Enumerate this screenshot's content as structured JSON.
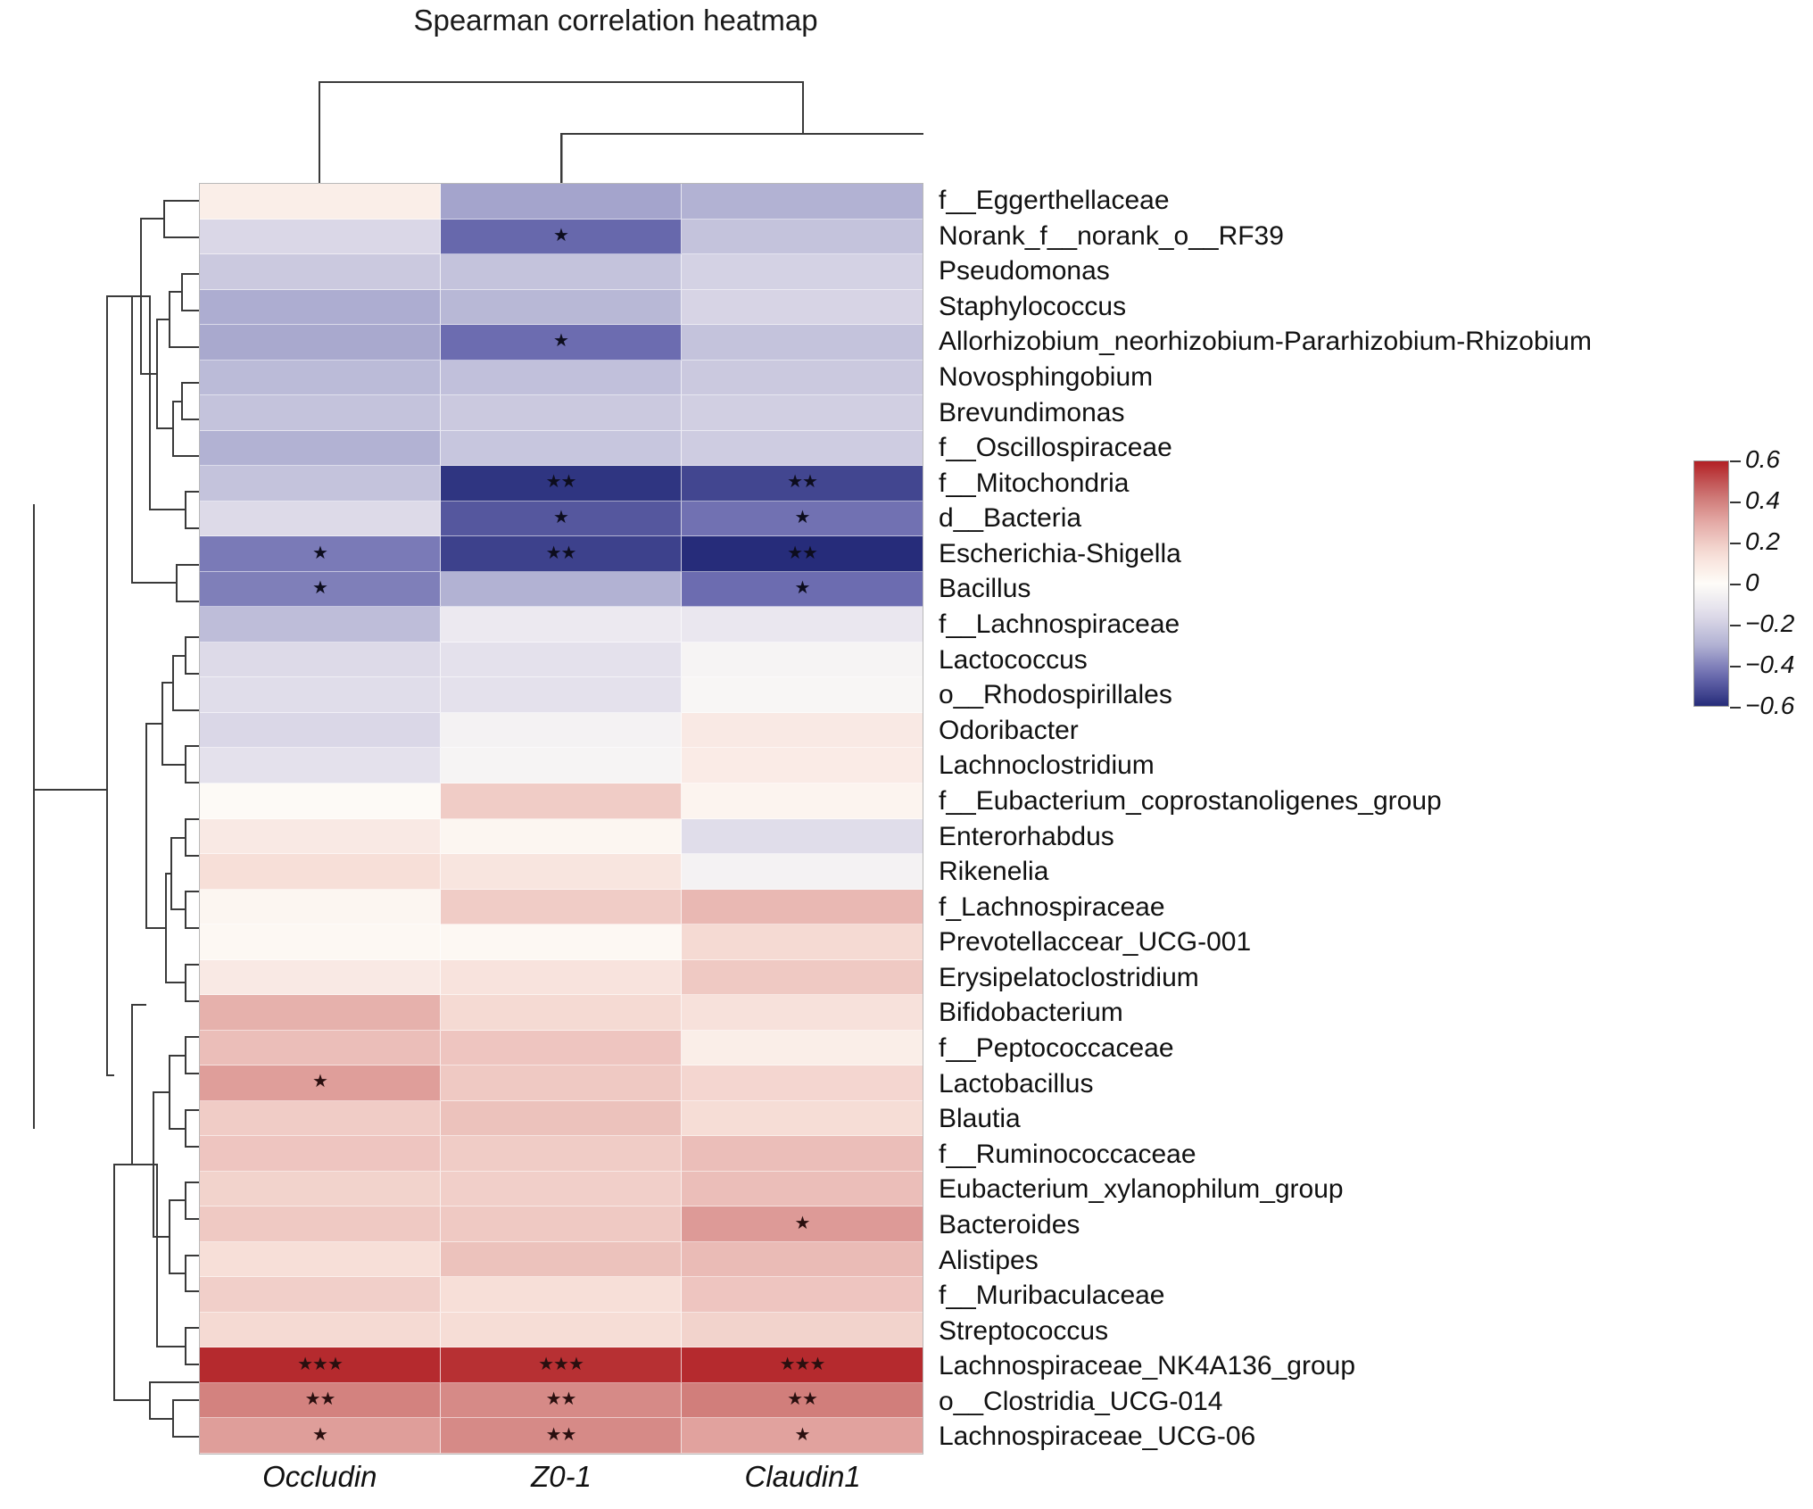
{
  "title": "Spearman correlation heatmap",
  "columns": [
    "Occludin",
    "Z0-1",
    "Claudin1"
  ],
  "colorbar": {
    "ticks": [
      "0.6",
      "0.4",
      "0.2",
      "0",
      "−0.2",
      "−0.4",
      "−0.6"
    ],
    "max": 0.6,
    "min": -0.6,
    "low_color": "#2b3a7a",
    "mid_color": "#fefcf8",
    "high_color": "#b52025"
  },
  "chart_data": {
    "type": "heatmap",
    "title": "Spearman correlation heatmap",
    "xlabel": "",
    "ylabel": "",
    "colorbar_label": "",
    "legend_position": "right",
    "grid": false,
    "zlim": [
      -0.6,
      0.6
    ],
    "x_categories": [
      "Occludin",
      "Z0-1",
      "Claudin1"
    ],
    "y_categories": [
      "f__Eggerthellaceae",
      "Norank_f__norank_o__RF39",
      "Pseudomonas",
      "Staphylococcus",
      "Allorhizobium_neorhizobium-Pararhizobium-Rhizobium",
      "Novosphingobium",
      "Brevundimonas",
      "f__Oscillospiraceae",
      "f__Mitochondria",
      "d__Bacteria",
      "Escherichia-Shigella",
      "Bacillus",
      "f__Lachnospiraceae",
      "Lactococcus",
      "o__Rhodospirillales",
      "Odoribacter",
      "Lachnoclostridium",
      "f__Eubacterium_coprostanoligenes_group",
      "Enterorhabdus",
      "Rikenelia",
      "f_Lachnospiraceae",
      "Prevotellaccear_UCG-001",
      "Erysipelatoclostridium",
      "Bifidobacterium",
      "f__Peptococcaceae",
      "Lactobacillus",
      "Blautia",
      "f__Ruminococcaceae",
      "Eubacterium_xylanophilum_group",
      "Bacteroides",
      "Alistipes",
      "f__Muribaculaceae",
      "Streptococcus",
      "Lachnospiraceae_NK4A136_group",
      "o__Clostridia_UCG-014",
      "Lachnospiraceae_UCG-06"
    ],
    "values": [
      [
        0.07,
        -0.33,
        -0.3
      ],
      [
        -0.17,
        -0.46,
        -0.24
      ],
      [
        -0.22,
        -0.24,
        -0.19
      ],
      [
        -0.31,
        -0.28,
        -0.18
      ],
      [
        -0.32,
        -0.45,
        -0.24
      ],
      [
        -0.27,
        -0.25,
        -0.22
      ],
      [
        -0.24,
        -0.22,
        -0.2
      ],
      [
        -0.3,
        -0.23,
        -0.21
      ],
      [
        -0.24,
        -0.58,
        -0.54
      ],
      [
        -0.16,
        -0.5,
        -0.44
      ],
      [
        -0.42,
        -0.55,
        -0.6
      ],
      [
        -0.41,
        -0.3,
        -0.45
      ],
      [
        -0.26,
        -0.09,
        -0.1
      ],
      [
        -0.16,
        -0.13,
        -0.04
      ],
      [
        -0.15,
        -0.13,
        -0.03
      ],
      [
        -0.17,
        -0.05,
        0.09
      ],
      [
        -0.13,
        -0.04,
        0.08
      ],
      [
        0.01,
        0.2,
        0.04
      ],
      [
        0.09,
        0.03,
        -0.15
      ],
      [
        0.14,
        0.11,
        -0.05
      ],
      [
        0.03,
        0.2,
        0.26
      ],
      [
        0.02,
        0.02,
        0.16
      ],
      [
        0.09,
        0.12,
        0.21
      ],
      [
        0.28,
        0.16,
        0.13
      ],
      [
        0.24,
        0.22,
        0.07
      ],
      [
        0.33,
        0.21,
        0.17
      ],
      [
        0.2,
        0.23,
        0.15
      ],
      [
        0.22,
        0.2,
        0.24
      ],
      [
        0.18,
        0.19,
        0.24
      ],
      [
        0.21,
        0.21,
        0.34
      ],
      [
        0.14,
        0.23,
        0.25
      ],
      [
        0.19,
        0.14,
        0.22
      ],
      [
        0.16,
        0.15,
        0.18
      ],
      [
        0.58,
        0.57,
        0.58
      ],
      [
        0.4,
        0.38,
        0.41
      ],
      [
        0.33,
        0.38,
        0.32
      ]
    ],
    "significance": [
      [
        "",
        "",
        ""
      ],
      [
        "",
        "*",
        ""
      ],
      [
        "",
        "",
        ""
      ],
      [
        "",
        "",
        ""
      ],
      [
        "",
        "*",
        ""
      ],
      [
        "",
        "",
        ""
      ],
      [
        "",
        "",
        ""
      ],
      [
        "",
        "",
        ""
      ],
      [
        "",
        "**",
        "**"
      ],
      [
        "",
        "*",
        "*"
      ],
      [
        "*",
        "**",
        "**"
      ],
      [
        "*",
        "",
        "*"
      ],
      [
        "",
        "",
        ""
      ],
      [
        "",
        "",
        ""
      ],
      [
        "",
        "",
        ""
      ],
      [
        "",
        "",
        ""
      ],
      [
        "",
        "",
        ""
      ],
      [
        "",
        "",
        ""
      ],
      [
        "",
        "",
        ""
      ],
      [
        "",
        "",
        ""
      ],
      [
        "",
        "",
        ""
      ],
      [
        "",
        "",
        ""
      ],
      [
        "",
        "",
        ""
      ],
      [
        "",
        "",
        ""
      ],
      [
        "",
        "",
        ""
      ],
      [
        "*",
        "",
        ""
      ],
      [
        "",
        "",
        ""
      ],
      [
        "",
        "",
        ""
      ],
      [
        "",
        "",
        ""
      ],
      [
        "",
        "",
        "*"
      ],
      [
        "",
        "",
        ""
      ],
      [
        "",
        "",
        ""
      ],
      [
        "",
        "",
        ""
      ],
      [
        "***",
        "***",
        "***"
      ],
      [
        "**",
        "**",
        "**"
      ],
      [
        "*",
        "**",
        "*"
      ]
    ]
  }
}
